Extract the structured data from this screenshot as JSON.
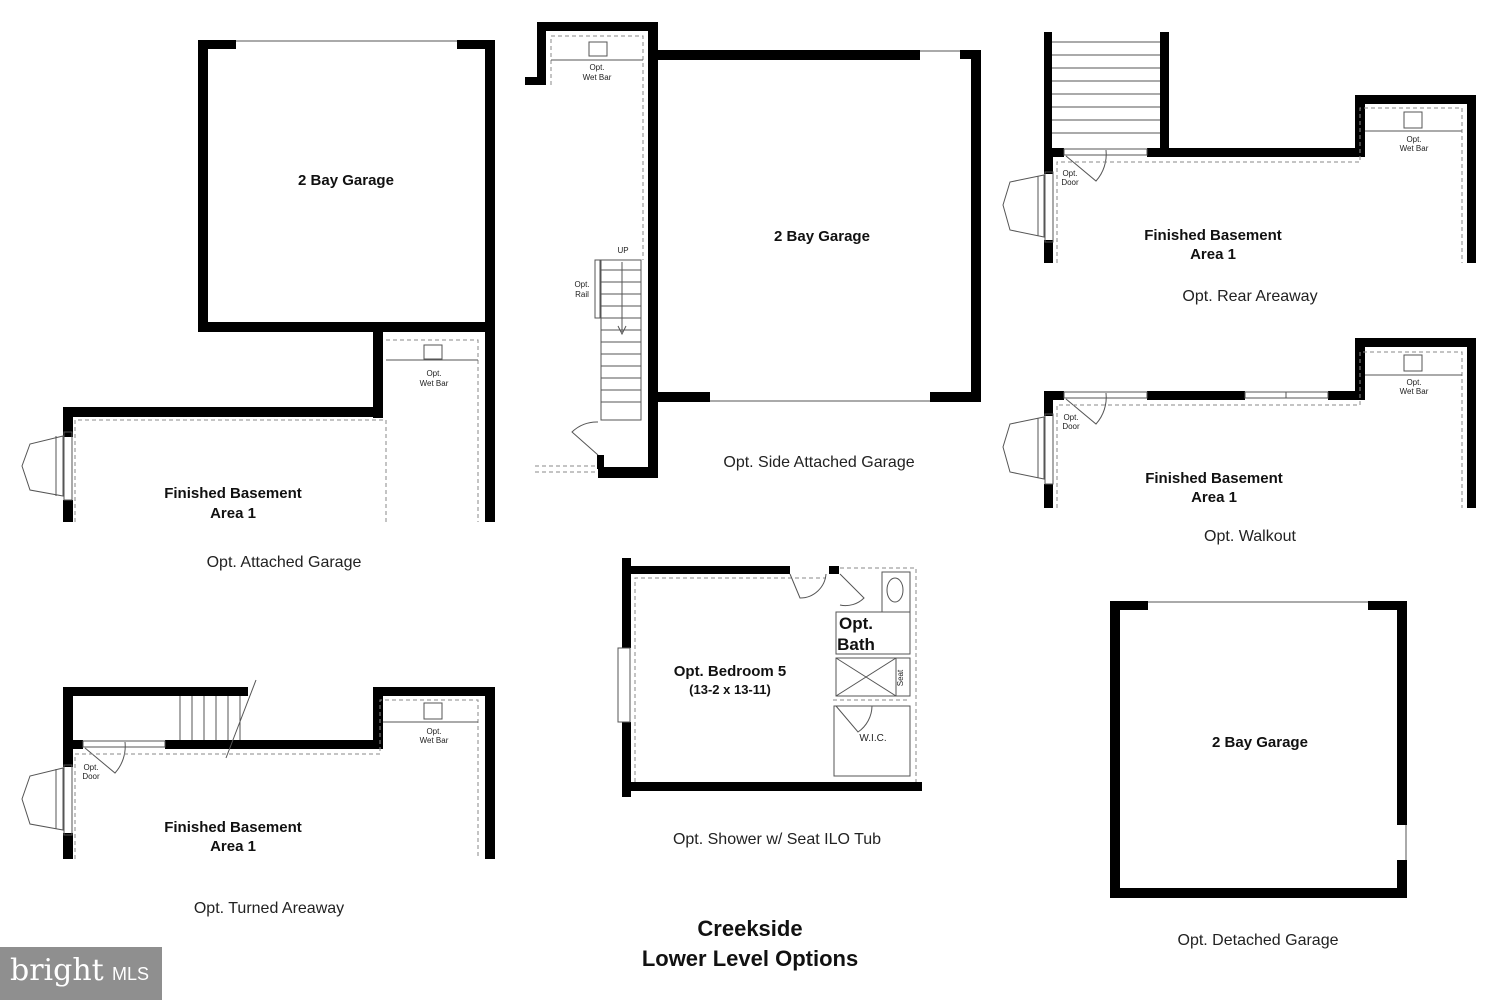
{
  "plans": {
    "attached_garage": {
      "garage_label": "2 Bay Garage",
      "wet_bar_1": "Opt.",
      "wet_bar_2": "Wet Bar",
      "basement_1": "Finished Basement",
      "basement_2": "Area 1",
      "caption": "Opt. Attached Garage"
    },
    "side_attached_garage": {
      "wet_bar_1": "Opt.",
      "wet_bar_2": "Wet Bar",
      "up_label": "UP",
      "rail_1": "Opt.",
      "rail_2": "Rail",
      "garage_label": "2 Bay Garage",
      "caption": "Opt. Side Attached Garage"
    },
    "rear_areaway": {
      "door_1": "Opt.",
      "door_2": "Door",
      "wet_bar_1": "Opt.",
      "wet_bar_2": "Wet Bar",
      "basement_1": "Finished Basement",
      "basement_2": "Area 1",
      "caption": "Opt. Rear Areaway"
    },
    "walkout": {
      "door_1": "Opt.",
      "door_2": "Door",
      "wet_bar_1": "Opt.",
      "wet_bar_2": "Wet Bar",
      "basement_1": "Finished Basement",
      "basement_2": "Area 1",
      "caption": "Opt. Walkout"
    },
    "shower_seat": {
      "bedroom_label": "Opt. Bedroom 5",
      "bedroom_dims": "(13-2 x 13-11)",
      "bath_1": "Opt.",
      "bath_2": "Bath",
      "seat_label": "Seat",
      "wic_label": "W.I.C.",
      "caption": "Opt. Shower w/ Seat ILO Tub"
    },
    "turned_areaway": {
      "door_1": "Opt.",
      "door_2": "Door",
      "wet_bar_1": "Opt.",
      "wet_bar_2": "Wet Bar",
      "basement_1": "Finished Basement",
      "basement_2": "Area 1",
      "caption": "Opt. Turned Areaway"
    },
    "detached_garage": {
      "garage_label": "2 Bay Garage",
      "caption": "Opt. Detached Garage"
    }
  },
  "title": {
    "line1": "Creekside",
    "line2": "Lower Level Options"
  },
  "watermark": {
    "brand": "bright",
    "suffix": "MLS"
  }
}
